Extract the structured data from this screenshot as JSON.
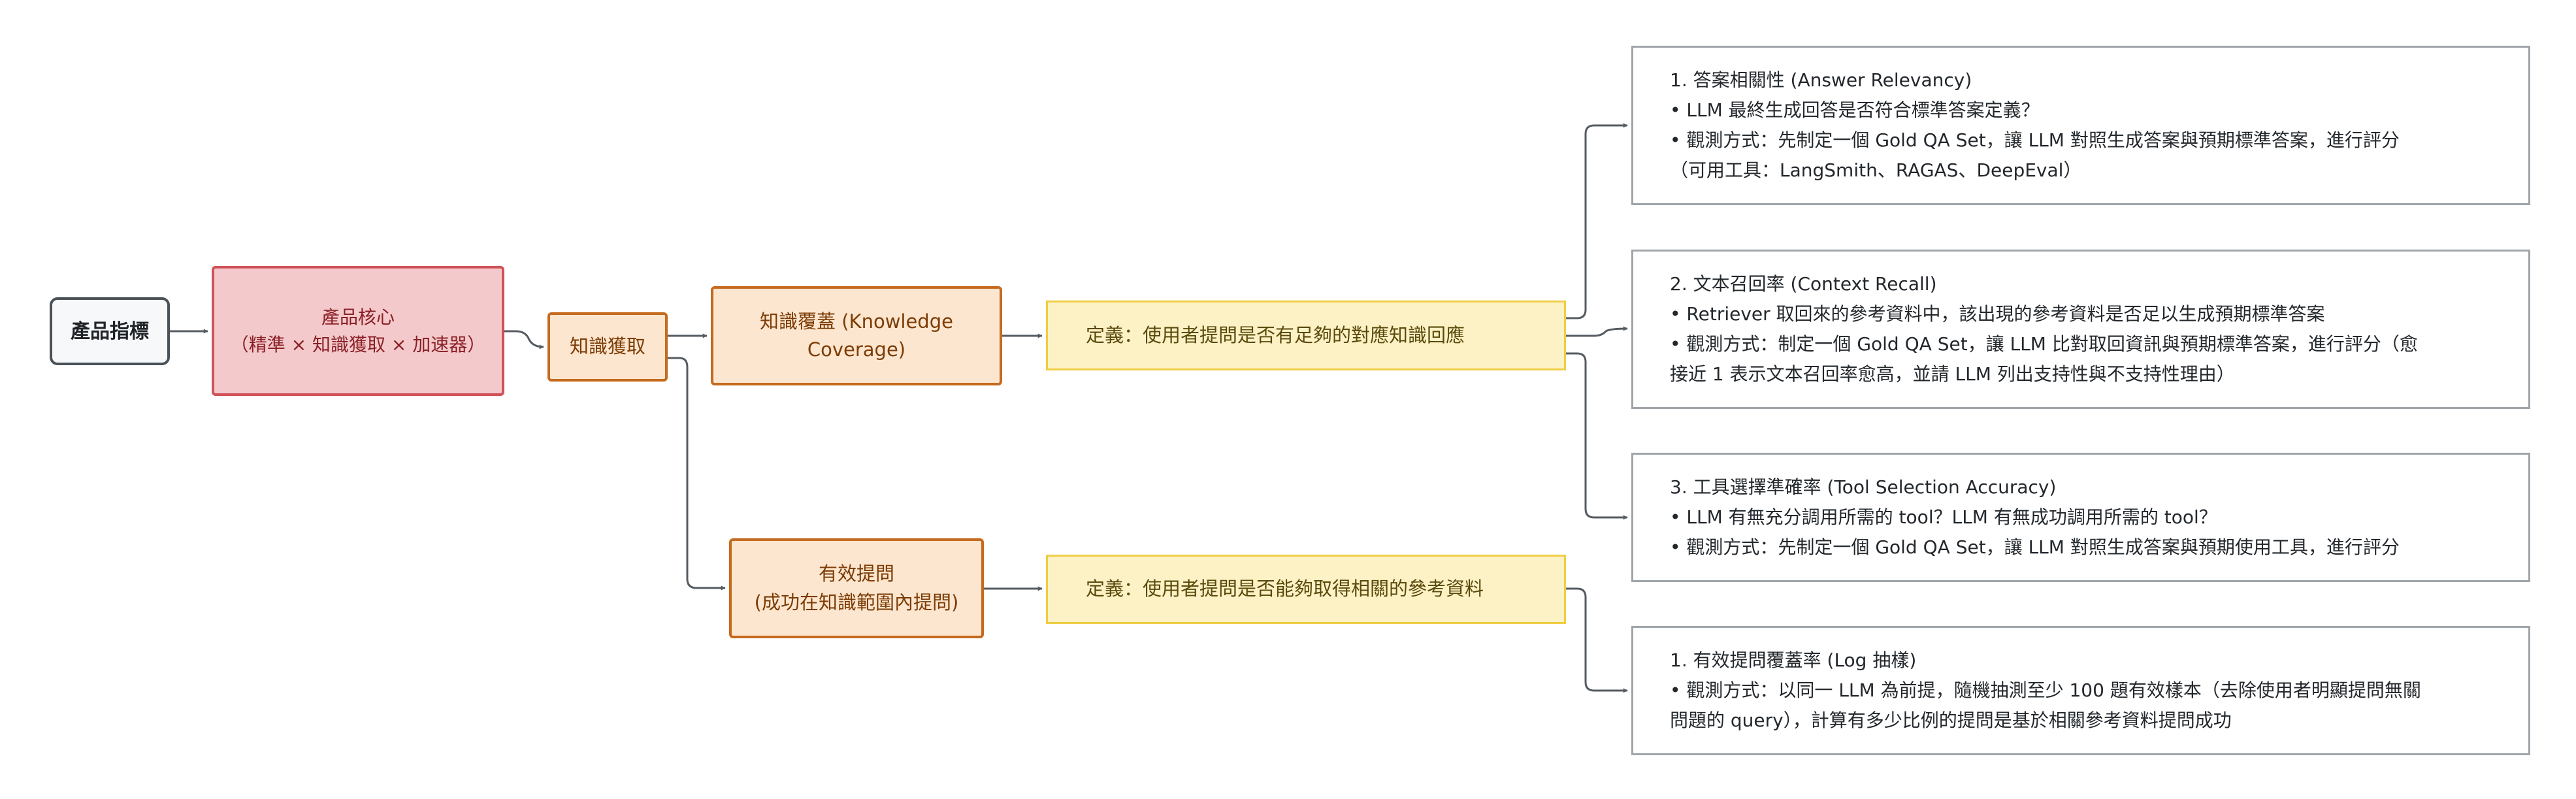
{
  "nodes": {
    "root": "產品指標",
    "core": "產品核心\n（精準 × 知識獲取 × 加速器）",
    "knowledge": "知識獲取",
    "coverage": "知識覆蓋 (Knowledge Coverage)",
    "effective_prompt": "有效提問\n(成功在知識範圍內提問)",
    "definition_coverage": "定義：使用者提問是否有足夠的對應知識回應",
    "definition_prompt": "定義：使用者提問是否能夠取得相關的參考資料"
  },
  "metrics": [
    {
      "lines": [
        "1. 答案相關性 (Answer Relevancy)",
        "• LLM 最終生成回答是否符合標準答案定義？",
        "• 觀測方式：先制定一個 Gold QA Set，讓 LLM 對照生成答案與預期標準答案，進行評分",
        "（可用工具：LangSmith、RAGAS、DeepEval）"
      ]
    },
    {
      "lines": [
        "2. 文本召回率 (Context Recall)",
        "• Retriever 取回來的參考資料中，該出現的參考資料是否足以生成預期標準答案",
        "• 觀測方式：制定一個 Gold QA Set，讓 LLM 比對取回資訊與預期標準答案，進行評分（愈",
        "接近 1 表示文本召回率愈高，並請 LLM 列出支持性與不支持性理由）"
      ]
    },
    {
      "lines": [
        "3. 工具選擇準確率 (Tool Selection Accuracy)",
        "• LLM 有無充分調用所需的 tool？LLM 有無成功調用所需的 tool？",
        "• 觀測方式：先制定一個 Gold QA Set，讓 LLM 對照生成答案與預期使用工具，進行評分"
      ]
    },
    {
      "lines": [
        "1. 有效提問覆蓋率 (Log 抽樣)",
        "• 觀測方式：以同一 LLM 為前提，隨機抽測至少 100 題有效樣本（去除使用者明顯提問無關",
        "問題的 query），計算有多少比例的提問是基於相關參考資料提問成功"
      ]
    }
  ],
  "colors": {
    "edge": "#555b61"
  }
}
